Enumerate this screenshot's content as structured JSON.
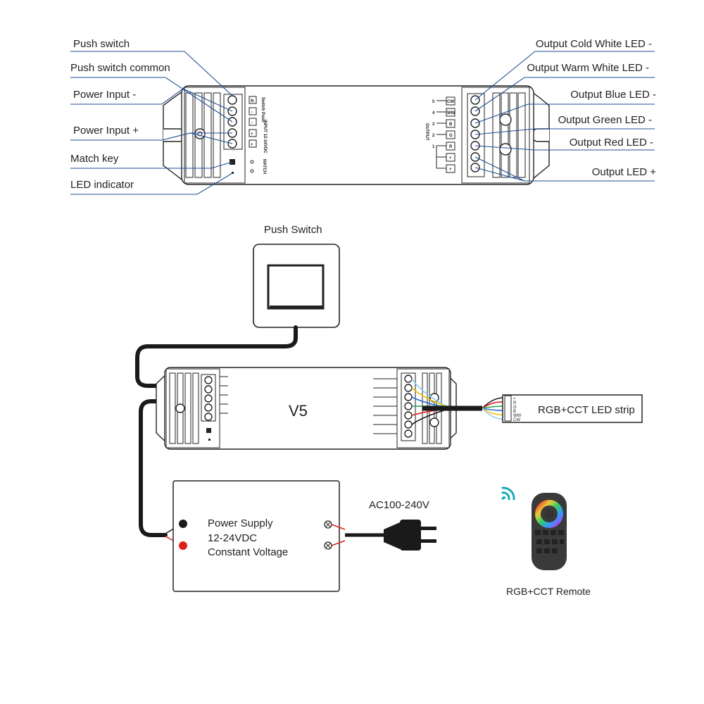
{
  "top_diagram": {
    "left_labels": [
      "Push switch",
      "Push switch common",
      "Power Input -",
      "Power Input +",
      "Match key",
      "LED indicator"
    ],
    "right_labels": [
      "Output Cold White LED -",
      "Output Warm White LED -",
      "Output Blue LED -",
      "Output Green LED -",
      "Output Red LED -",
      "Output LED +"
    ],
    "input_terminals": [
      "N",
      "-",
      "-",
      "+",
      "+"
    ],
    "input_text": "INPUT 12-24VDC",
    "switch_text": "Switch Push",
    "match_text": "MATCH",
    "output_text": "OUTPUT",
    "output_terminals": [
      "CW",
      "WW",
      "B",
      "G",
      "R",
      "+",
      "+"
    ],
    "output_channels": [
      "5",
      "4",
      "3",
      "2",
      "1"
    ]
  },
  "wiring_diagram": {
    "push_switch_label": "Push Switch",
    "controller_label": "V5",
    "led_strip_label": "RGB+CCT LED strip",
    "strip_pins": [
      "+",
      "R",
      "G",
      "B",
      "WW",
      "CW"
    ],
    "power_supply_lines": [
      "Power Supply",
      "12-24VDC",
      "Constant Voltage"
    ],
    "ac_label": "AC100-240V",
    "remote_label": "RGB+CCT Remote"
  },
  "colors": {
    "leader": "#1f4e96",
    "wire_black": "#1a1a1a",
    "wire_red": "#e0201c",
    "wire_green": "#1aa04a",
    "wire_blue": "#2a6fd6",
    "wire_yellow": "#f2c200",
    "wire_lightblue": "#8fd0f0",
    "wifi": "#1aa8b8"
  }
}
